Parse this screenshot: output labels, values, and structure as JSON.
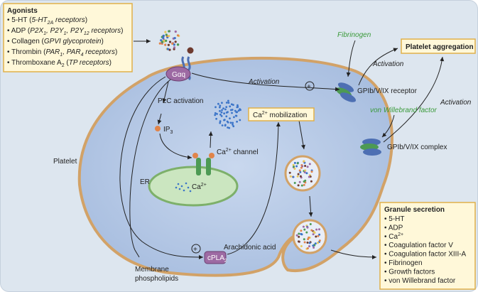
{
  "agonists": {
    "title": "Agonists",
    "items": [
      {
        "main": "5-HT",
        "detail": "5-HT",
        "detail_sub": "2A",
        "detail_rest": " receptors"
      },
      {
        "main": "ADP",
        "detail": "P2X",
        "detail_sub": "1",
        "detail_rest": ", P2Y",
        "detail_sub2": "1",
        "detail_rest2": ", P2Y",
        "detail_sub3": "12",
        "detail_rest3": " receptors"
      },
      {
        "main": "Collagen",
        "detail": "GPVI glycoprotein"
      },
      {
        "main": "Thrombin",
        "detail": "PAR",
        "detail_sub": "1",
        "detail_rest": ", PAR",
        "detail_sub2": "4",
        "detail_rest2": " receptors"
      },
      {
        "main": "Thromboxane A",
        "main_sub": "2",
        "detail": "TP receptors"
      }
    ]
  },
  "labels": {
    "gaq": "Gαq",
    "plc_activation": "PLC activation",
    "ip3": "IP",
    "ip3_sub": "3",
    "ca_channel": "Ca",
    "ca_channel_sup": "2+",
    "ca_channel_rest": " channel",
    "er": "ER",
    "er_ca": "Ca",
    "er_ca_sup": "2+",
    "platelet": "Platelet",
    "activation_top": "Activation",
    "ca_mobilization": "Ca",
    "ca_mobilization_sup": "2+",
    "ca_mobilization_rest": " mobilization",
    "fibrinogen": "Fibrinogen",
    "platelet_aggregation": "Platelet aggregation",
    "activation_right1": "Activation",
    "activation_right2": "Activation",
    "gpib_receptor": "GPIb/V/IX receptor",
    "vwf": "von Willebrand factor",
    "gpib_complex": "GPIb/V/IX complex",
    "cpla2": "cPLA",
    "cpla2_sub": "2",
    "arachidonic_acid": "Arachidonic acid",
    "membrane_line1": "Membrane",
    "membrane_line2": "phospholipids",
    "plus": "+"
  },
  "granule_secretion": {
    "title": "Granule secretion",
    "items": [
      "5-HT",
      "ADP",
      "Ca2+",
      "Coagulation factor V",
      "Coagulation factor XIII-A",
      "Fibrinogen",
      "Growth factors",
      "von Willebrand factor"
    ]
  },
  "colors": {
    "panel_bg": "#dde6ef",
    "cell_fill": "#b9cbe6",
    "cell_stroke": "#d2a267",
    "er_fill": "#cbe6c0",
    "er_stroke": "#7db06a",
    "box_fill": "#fff8d9",
    "box_stroke": "#e0b04a",
    "dot_blue": "#3b74c8",
    "gaq_fill": "#9d6aa3",
    "receptor_green": "#4d9a54",
    "receptor_blue": "#4d6fb3",
    "orange_dot": "#e0844a",
    "green_text": "#3a9a3a"
  }
}
